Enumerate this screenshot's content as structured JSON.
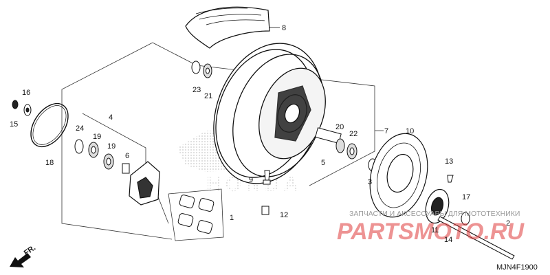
{
  "diagram": {
    "code": "MJN4F1900",
    "direction_label": "FR.",
    "watermark": {
      "subtitle": "ЗАПЧАСТИ И АКСЕССУАРЫ ДЛЯ МОТОТЕХНИКИ",
      "site": "PARTSMOTO.RU",
      "brand": "HONDA"
    },
    "callouts": {
      "p1": "1",
      "p2": "2",
      "p3": "3",
      "p4": "4",
      "p5": "5",
      "p6": "6",
      "p7": "7",
      "p8": "8",
      "p9": "9",
      "p10": "10",
      "p11": "11",
      "p12": "12",
      "p13": "13",
      "p14": "14",
      "p15": "15",
      "p16": "16",
      "p17": "17",
      "p18": "18",
      "p19a": "19",
      "p19b": "19",
      "p20": "20",
      "p21": "21",
      "p22": "22",
      "p23": "23",
      "p24": "24"
    }
  }
}
